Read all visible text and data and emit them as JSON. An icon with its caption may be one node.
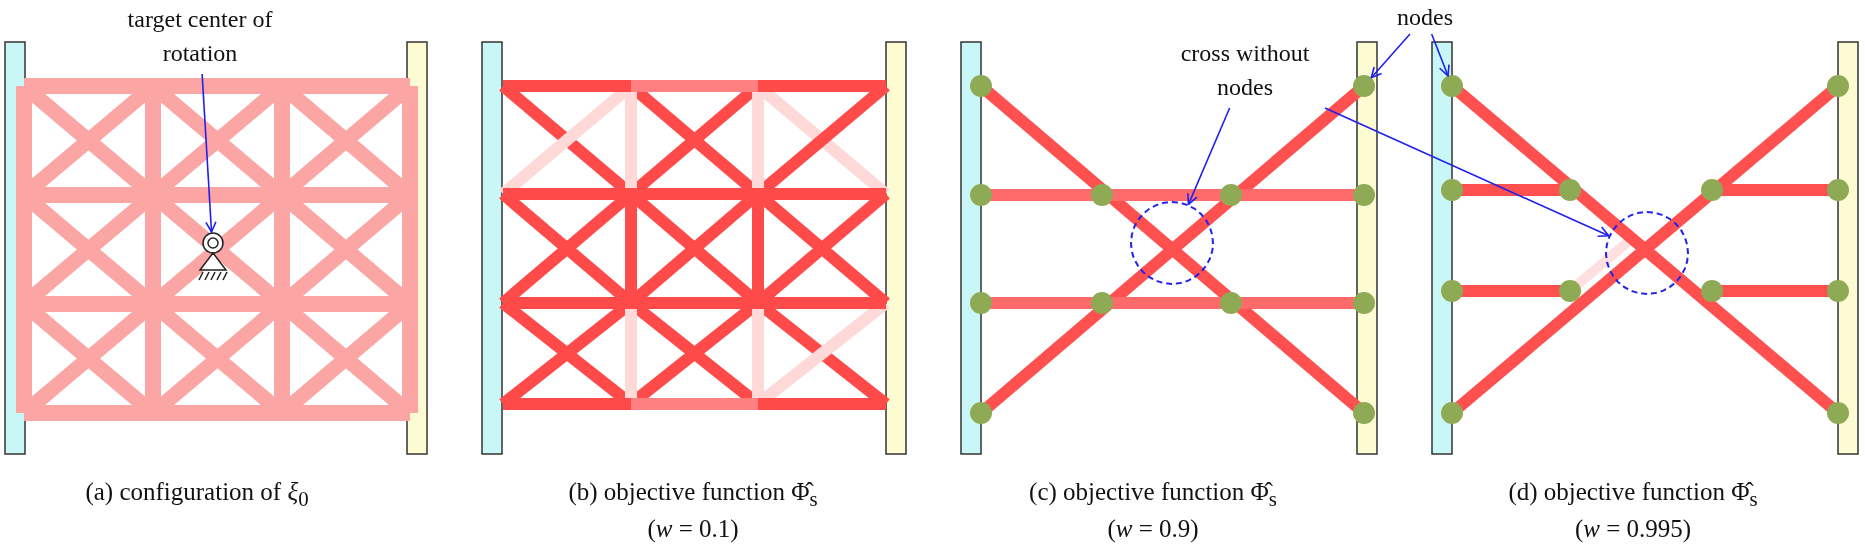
{
  "diagram": {
    "nodes": [
      {
        "text": [
          "target center of rotation"
        ]
      },
      {
        "text": [],
        "shape": "support"
      },
      {
        "text": [
          "cross without nodes"
        ]
      },
      {
        "text": [],
        "shape": "circle"
      },
      {
        "text": [],
        "shape": "circle"
      },
      {
        "text": [
          "nodes"
        ]
      },
      {
        "text": [],
        "shape": "circle"
      },
      {
        "text": [],
        "shape": "circle"
      }
    ],
    "edges": [
      {
        "from": 0,
        "to": 1,
        "arrow": "to"
      },
      {
        "from": 2,
        "to": 3,
        "arrow": "to"
      },
      {
        "from": 2,
        "to": 4,
        "arrow": "to"
      },
      {
        "from": 5,
        "to": 6,
        "arrow": "to"
      },
      {
        "from": 5,
        "to": 7,
        "arrow": "to"
      }
    ],
    "labels": [
      "(a) configuration of *ξ*$_{0}$",
      "(b) objective function Φ̂$_{s}$",
      "(c) objective function Φ̂$_{s}$",
      "(d) objective function Φ̂$_{s}$",
      "(*w* = 0.1)",
      "(*w* = 0.9)",
      "(*w* = 0.995)"
    ]
  }
}
